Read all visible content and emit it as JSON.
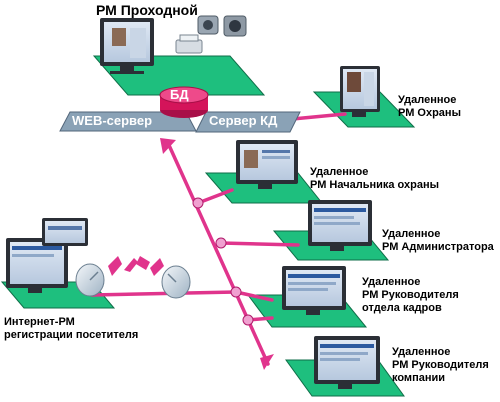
{
  "title": "РМ Проходной",
  "db_label": "БД",
  "web_server_label": "WEB-сервер",
  "kd_server_label": "Сервер КД",
  "remote_workstations": [
    {
      "line1": "Удаленное",
      "line2": "РМ Охраны"
    },
    {
      "line1": "Удаленное",
      "line2": "РМ Начальника охраны"
    },
    {
      "line1": "Удаленное",
      "line2": "РМ Администратора"
    },
    {
      "line1": "Удаленное",
      "line2": "РМ Руководителя",
      "line3": "отдела кадров"
    },
    {
      "line1": "Удаленное",
      "line2": "РМ Руководителя",
      "line3": "компании"
    }
  ],
  "internet_workstation": {
    "line1": "Интернет-РМ",
    "line2": "регистрации посетителя"
  },
  "colors": {
    "platform": "#1ebf7e",
    "network": "#e0348c",
    "server": "#8aa2b6",
    "db": "#d4145a",
    "node": "#f0a0d0"
  },
  "icons": [
    "monitor-icon",
    "printer-icon",
    "camera-icon",
    "satellite-dish-icon",
    "wireless-signal-icon",
    "database-icon"
  ]
}
